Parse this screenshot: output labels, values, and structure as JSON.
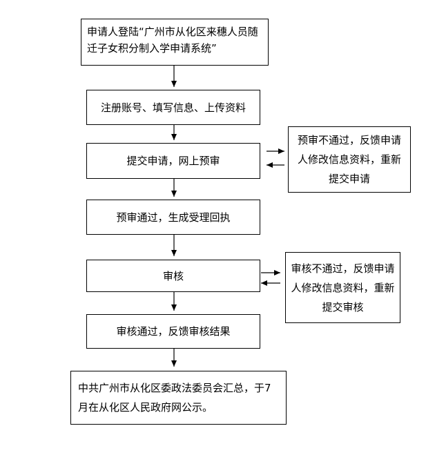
{
  "steps": {
    "login": "申请人登陆“广州市从化区来穗人员随迁子女积分制入学申请系统”",
    "register": "注册账号、填写信息、上传资料",
    "submit": "提交申请，网上预审",
    "prereview_pass": "预审通过，生成受理回执",
    "review": "审核",
    "review_pass": "审核通过，反馈审核结果",
    "publish": "中共广州市从化区委政法委员会汇总，于7月在从化区人民政府网公示。"
  },
  "side_notes": {
    "prereview_fail": "预审不通过，反馈申请人修改信息资料，重新提交申请",
    "review_fail": "审核不通过，反馈申请人修改信息资料，重新提交审核"
  }
}
